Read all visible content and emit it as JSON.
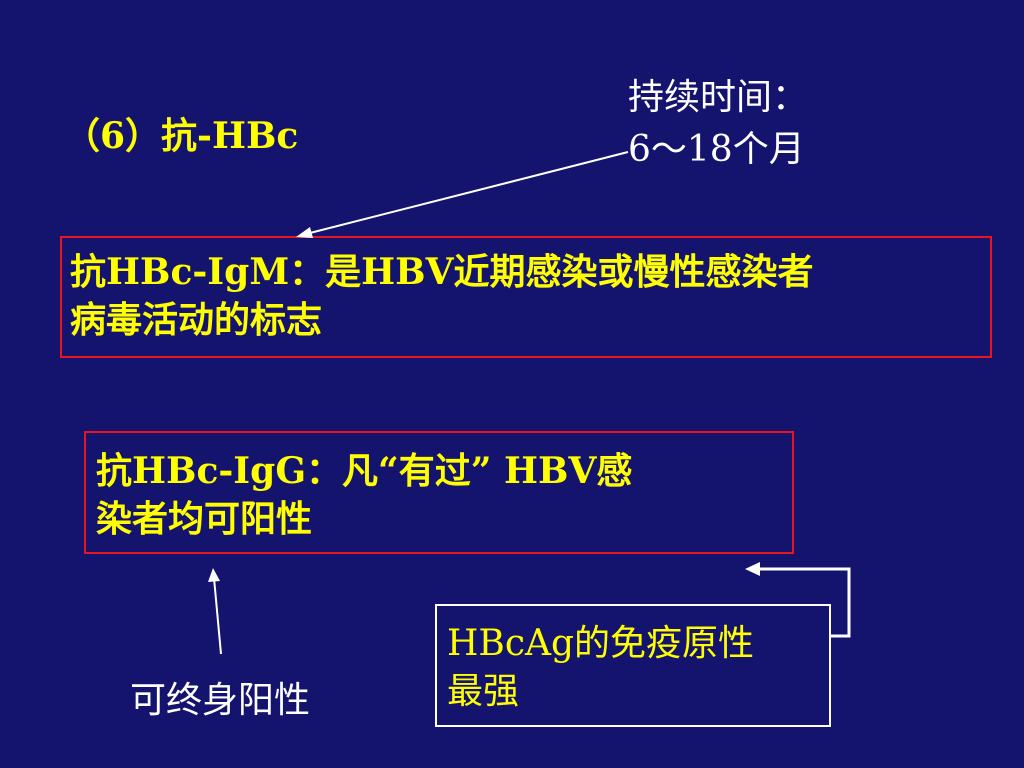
{
  "section_title": "（6）抗-HBc",
  "duration": {
    "line1": "持续时间：",
    "line2": "6～18个月"
  },
  "igm_box": {
    "line1": "抗HBc-IgM：是HBV近期感染或慢性感染者",
    "line2": "病毒活动的标志"
  },
  "igg_box": {
    "line1": "抗HBc-IgG：凡“有过” HBV感",
    "line2": "染者均可阳性"
  },
  "lifelong_note": "可终身阳性",
  "hbcag_box": {
    "line1": "HBcAg的免疫原性",
    "line2": "最强"
  },
  "colors": {
    "background": "#14146e",
    "text": "#ffff00",
    "box_border_red": "#e8141e",
    "box_border_white": "#ffffff",
    "arrow": "#ffffff"
  }
}
